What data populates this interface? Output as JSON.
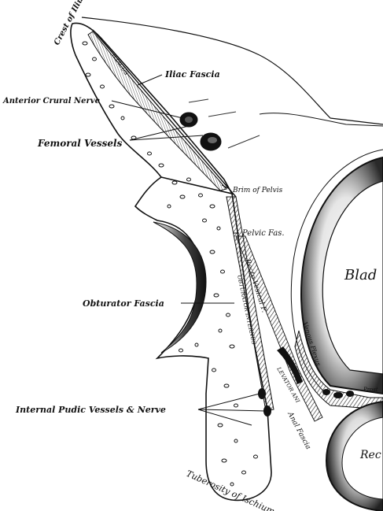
{
  "figure": {
    "labels": {
      "crest_of_ilium": "Crest of Ilium",
      "iliac_fascia": "Iliac Fascia",
      "anterior_crural_nerve": "Anterior Crural Nerve",
      "femoral_vessels": "Femoral Vessels",
      "brim_of_pelvis": "Brim of Pelvis",
      "pelvic_fascia": "Pelvic Fas.",
      "recto_vesical_fascia": "Recto-Vesical F.",
      "obturator_fascia": "Obturator Fascia",
      "obturator_internus": "OBTURATOR INTERNUS",
      "iliacus": "ILIACUS",
      "levator_ani": "LEVATOR ANI",
      "venous_plexus": "Venous Plexus",
      "bladder": "Blad",
      "internal_pudic": "Internal Pudic Vessels & Nerve",
      "anal_fascia": "Anal Fascia",
      "tuberosity_of_ischium": "Tuberosity of Ischium",
      "rectum": "Rec",
      "prostate_fragment": "Prost"
    },
    "colors": {
      "ink": "#111111",
      "paper": "#ffffff",
      "shade_dark": "#1a1a1a",
      "shade_mid": "#6b6b6b",
      "shade_light": "#bdbdbd"
    }
  }
}
